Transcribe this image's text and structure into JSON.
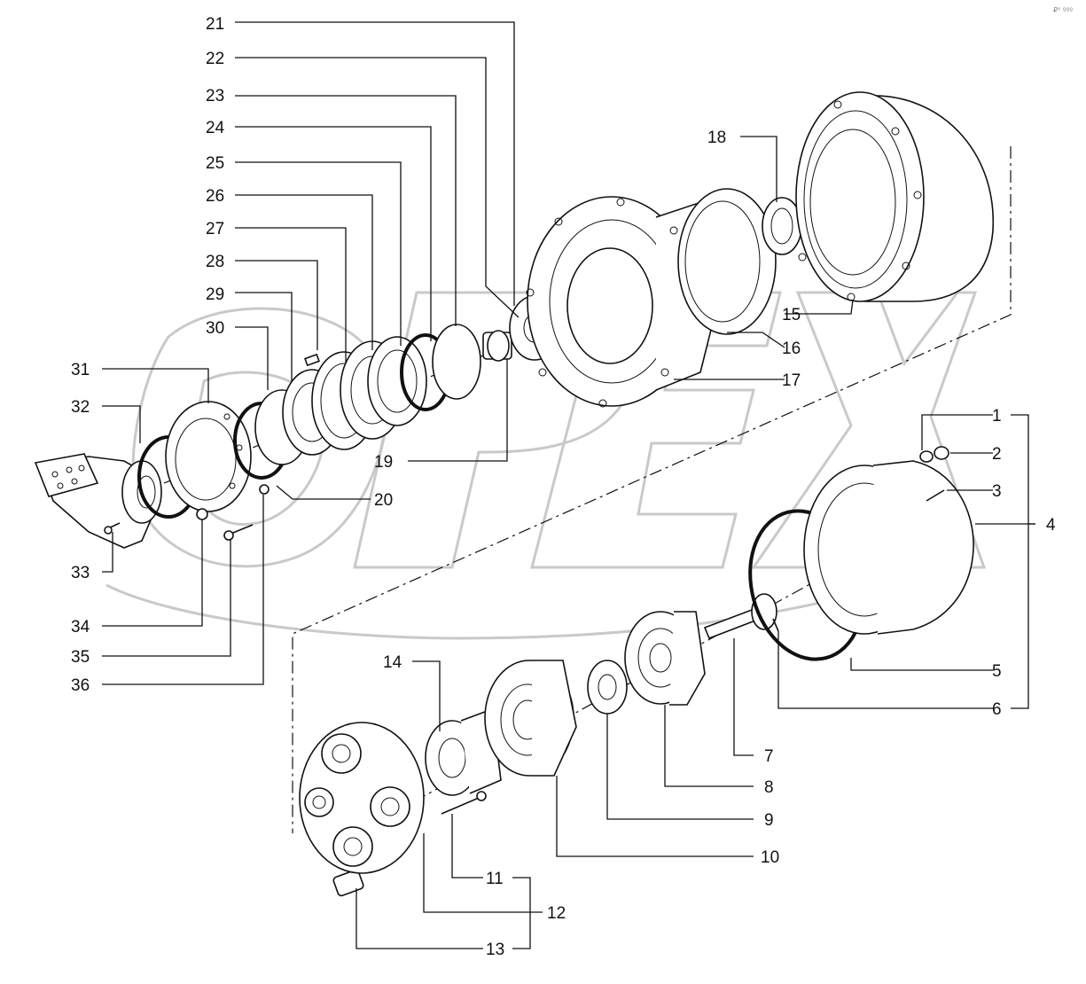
{
  "corner_mark": "₽⁰ ººº",
  "callouts": [
    {
      "id": "1",
      "text": "1"
    },
    {
      "id": "2",
      "text": "2"
    },
    {
      "id": "3",
      "text": "3"
    },
    {
      "id": "4",
      "text": "4"
    },
    {
      "id": "5",
      "text": "5"
    },
    {
      "id": "6",
      "text": "6"
    },
    {
      "id": "7",
      "text": "7"
    },
    {
      "id": "8",
      "text": "8"
    },
    {
      "id": "9",
      "text": "9"
    },
    {
      "id": "10",
      "text": "10"
    },
    {
      "id": "11",
      "text": "11"
    },
    {
      "id": "12",
      "text": "12"
    },
    {
      "id": "13",
      "text": "13"
    },
    {
      "id": "14",
      "text": "14"
    },
    {
      "id": "15",
      "text": "15"
    },
    {
      "id": "16",
      "text": "16"
    },
    {
      "id": "17",
      "text": "17"
    },
    {
      "id": "18",
      "text": "18"
    },
    {
      "id": "19",
      "text": "19"
    },
    {
      "id": "20",
      "text": "20"
    },
    {
      "id": "21",
      "text": "21"
    },
    {
      "id": "22",
      "text": "22"
    },
    {
      "id": "23",
      "text": "23"
    },
    {
      "id": "24",
      "text": "24"
    },
    {
      "id": "25",
      "text": "25"
    },
    {
      "id": "26",
      "text": "26"
    },
    {
      "id": "27",
      "text": "27"
    },
    {
      "id": "28",
      "text": "28"
    },
    {
      "id": "29",
      "text": "29"
    },
    {
      "id": "30",
      "text": "30"
    },
    {
      "id": "31",
      "text": "31"
    },
    {
      "id": "32",
      "text": "32"
    },
    {
      "id": "33",
      "text": "33"
    },
    {
      "id": "34",
      "text": "34"
    },
    {
      "id": "35",
      "text": "35"
    },
    {
      "id": "36",
      "text": "36"
    }
  ]
}
